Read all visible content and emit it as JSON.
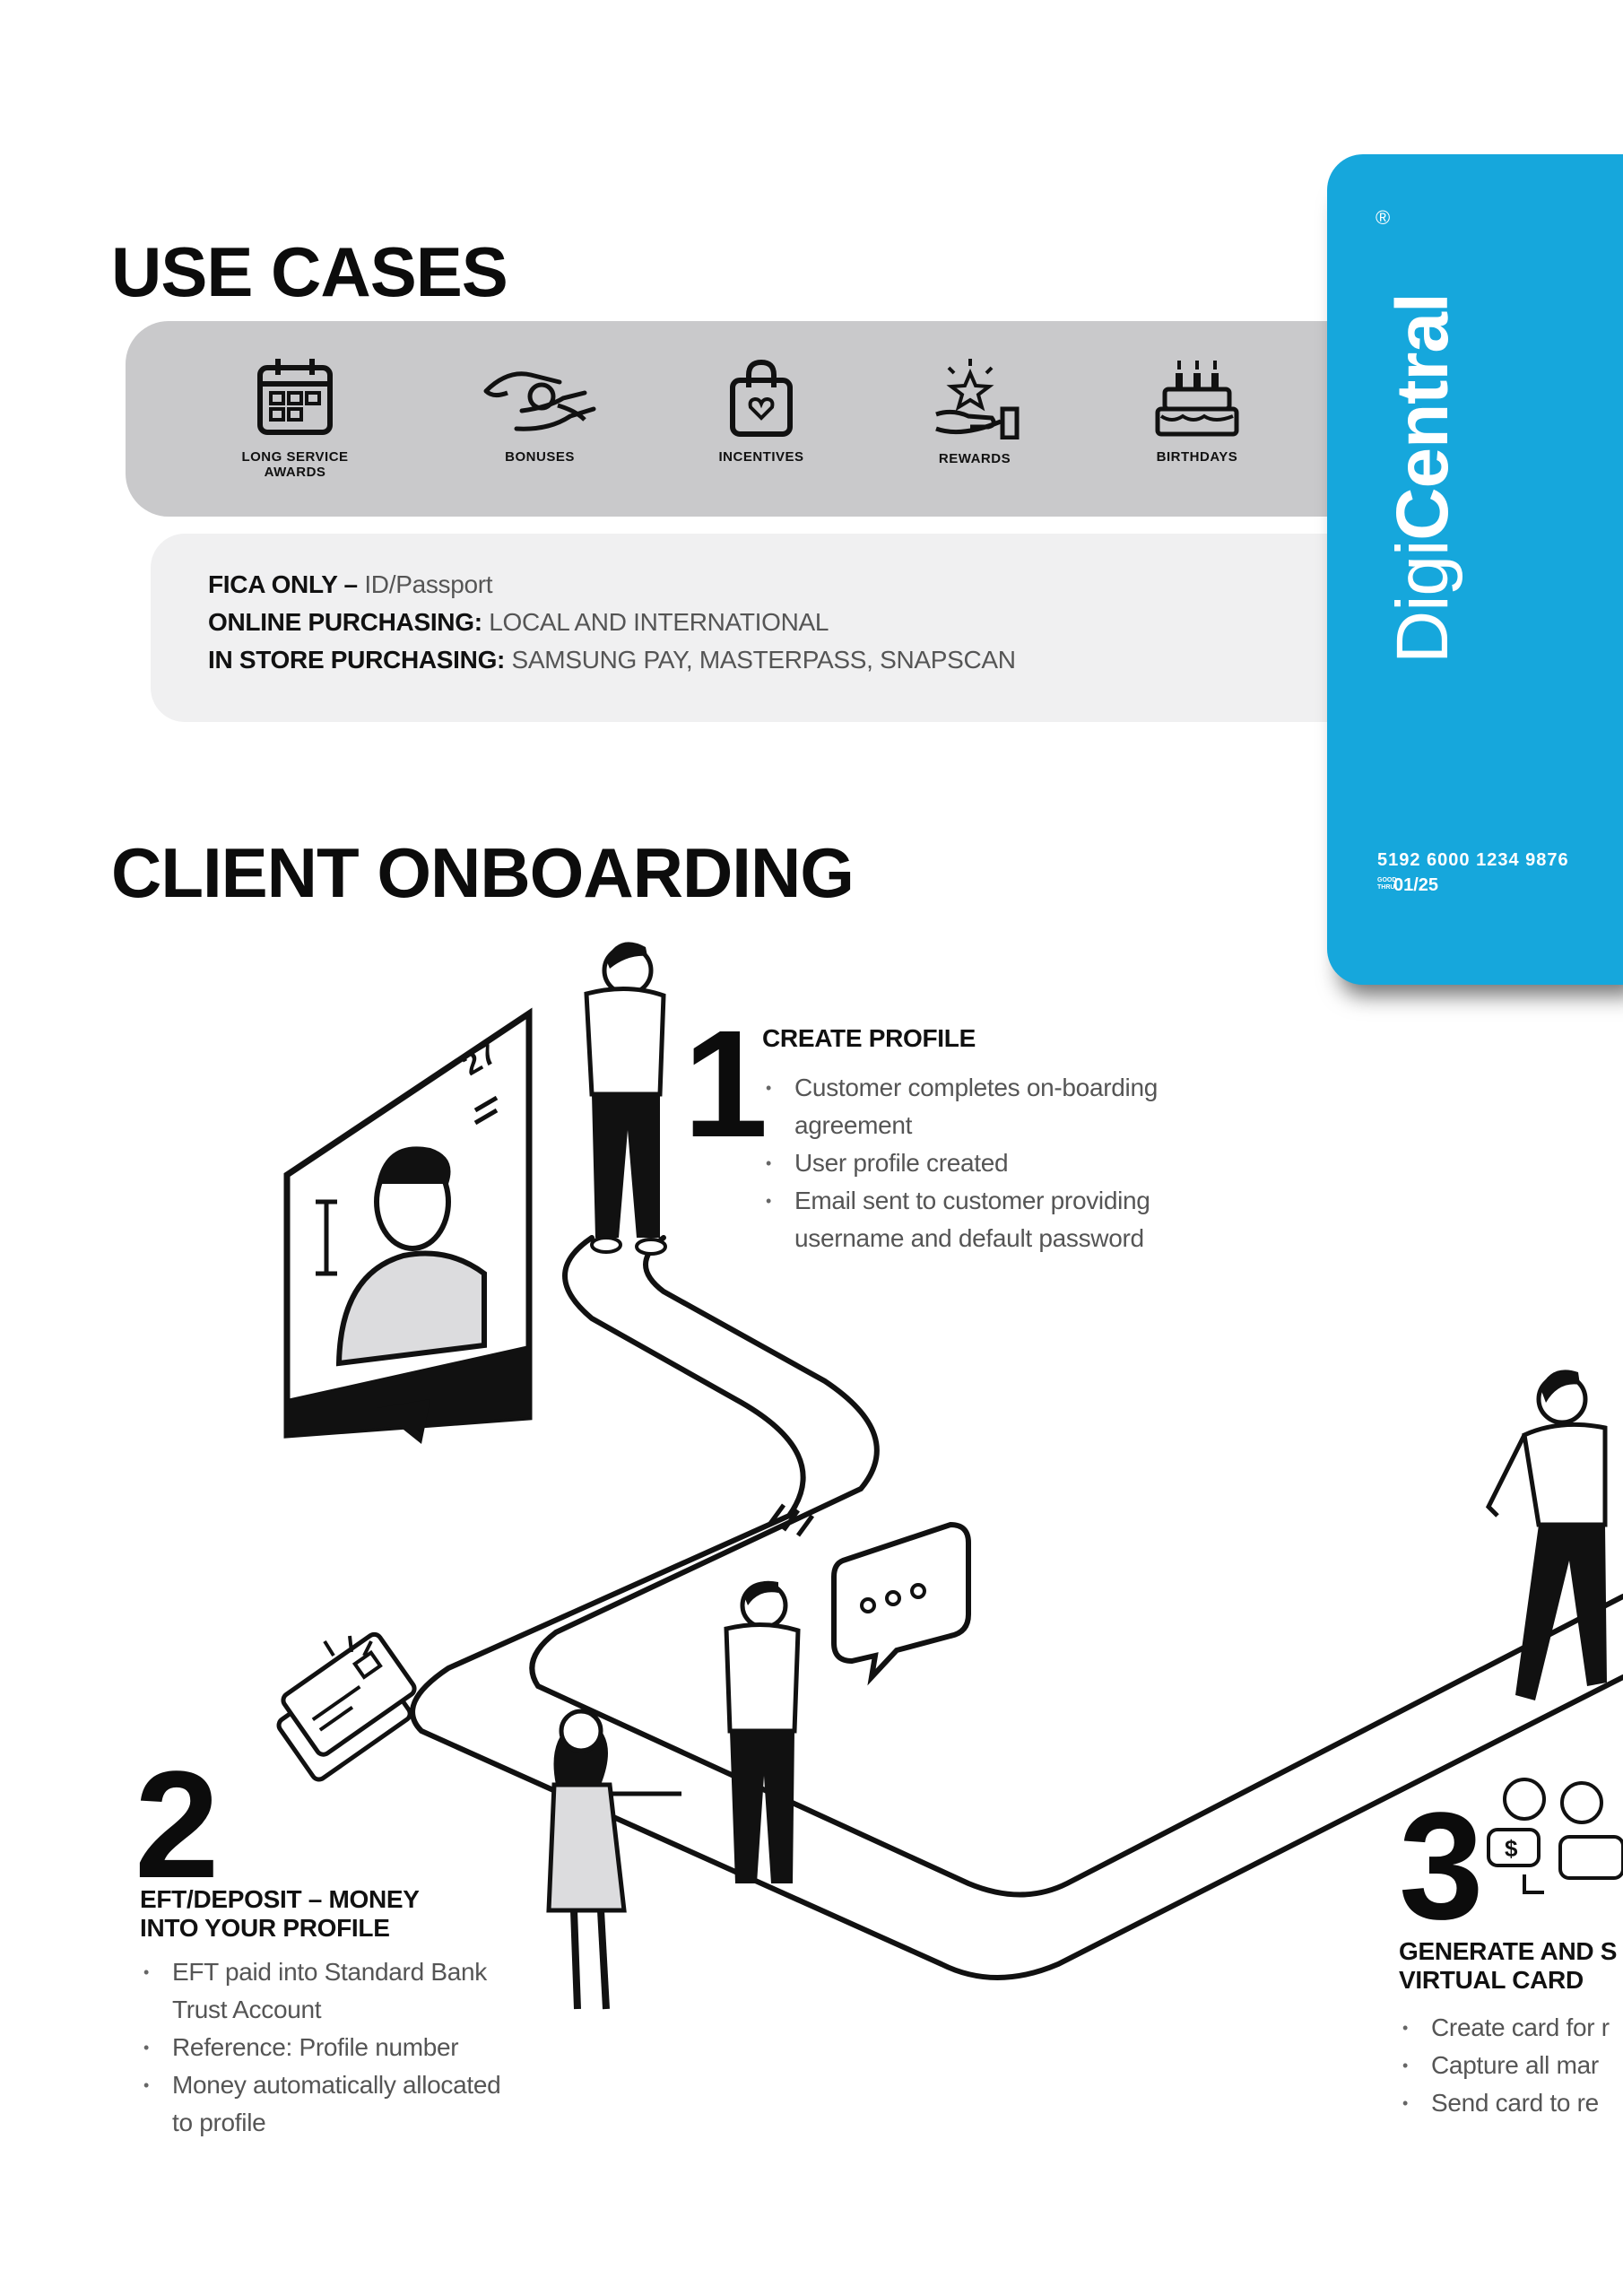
{
  "use_cases": {
    "title": "USE CASES",
    "items": [
      {
        "label_line1": "LONG SERVICE",
        "label_line2": "AWARDS",
        "icon": "calendar-icon"
      },
      {
        "label_line1": "BONUSES",
        "label_line2": "",
        "icon": "money-hands-icon"
      },
      {
        "label_line1": "INCENTIVES",
        "label_line2": "",
        "icon": "shopping-bag-icon"
      },
      {
        "label_line1": "REWARDS",
        "label_line2": "",
        "icon": "star-hand-icon"
      },
      {
        "label_line1": "BIRTHDAYS",
        "label_line2": "",
        "icon": "birthday-cake-icon"
      }
    ],
    "info": [
      {
        "label": "FICA ONLY – ",
        "value": "ID/Passport"
      },
      {
        "label": "ONLINE PURCHASING: ",
        "value": "LOCAL AND INTERNATIONAL"
      },
      {
        "label": "IN STORE PURCHASING: ",
        "value": "SAMSUNG PAY, MASTERPASS, SNAPSCAN"
      }
    ]
  },
  "card": {
    "brand_thin": "Digi",
    "brand_bold": "Central",
    "registered": "®",
    "number": "5192 6000 1234 9876",
    "expiry_tag_1": "GOOD",
    "expiry_tag_2": "THRU",
    "expiry": "01/25",
    "color": "#16a7dc"
  },
  "onboarding": {
    "title": "CLIENT ONBOARDING",
    "steps": [
      {
        "number": "1",
        "title": "CREATE PROFILE",
        "bullets": [
          "Customer completes on-boarding",
          "agreement",
          "User profile created",
          "Email sent to customer providing",
          "username and default password"
        ]
      },
      {
        "number": "2",
        "title_line1": "EFT/DEPOSIT  – MONEY",
        "title_line2": "INTO YOUR  PROFILE",
        "bullets": [
          "EFT paid into Standard Bank",
          "Trust Account",
          "Reference: Profile number",
          "Money automatically allocated",
          "to profile"
        ]
      },
      {
        "number": "3",
        "title_line1": "GENERATE AND S",
        "title_line2": "VIRTUAL CARD",
        "bullets": [
          "Create card for r",
          "Capture all mar",
          "Send card to re"
        ]
      }
    ],
    "id_card_number": "27",
    "id_card_letter": "I"
  }
}
